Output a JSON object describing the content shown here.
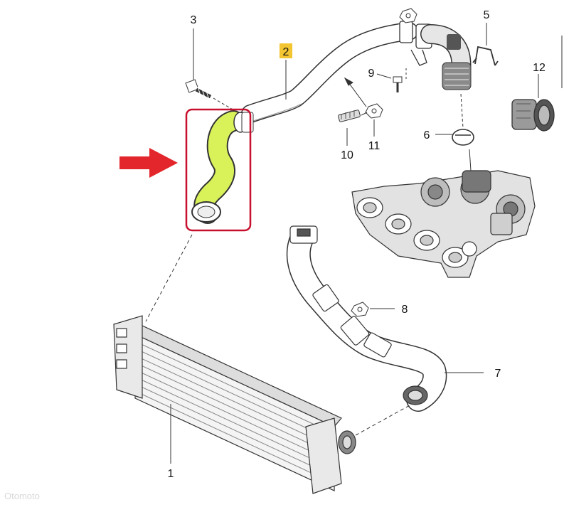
{
  "callouts": {
    "c1": "1",
    "c2": "2",
    "c3": "3",
    "c5": "5",
    "c6": "6",
    "c7": "7",
    "c8": "8",
    "c9": "9",
    "c10": "10",
    "c11": "11",
    "c12": "12"
  },
  "highlight": {
    "box_color": "#c8102e",
    "part_color": "#d9f25a",
    "label_bg": "#f3c531",
    "arrow_color": "#e3262b"
  },
  "watermark": "Otomoto"
}
